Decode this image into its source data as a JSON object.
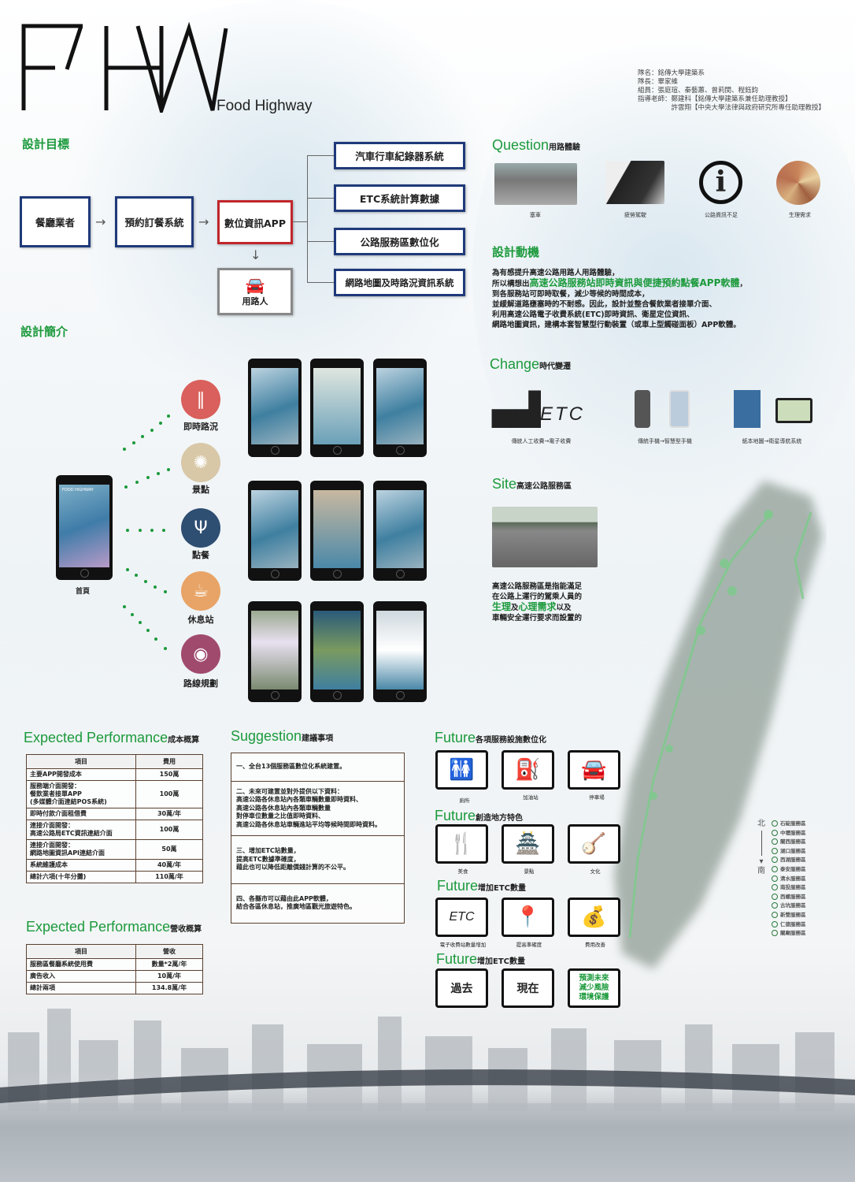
{
  "logo": {
    "mark": "FHW",
    "subtitle": "Food Highway"
  },
  "team": {
    "lines": [
      "隊名：銘傳大學建築系",
      "隊長：畢家維",
      "組員：張庭瑄、秦藝蕙、曾莉閔、程鈺鈞",
      "指導老師：鄭建科【銘傳大學建築系兼任助理教授】",
      "　　　　　許雲翔【中央大學法律與政府研究所專任助理教授】"
    ]
  },
  "goal": {
    "heading": "設計目標",
    "flow": [
      "餐廳業者",
      "預約訂餐系統",
      "數位資訊APP",
      "用路人"
    ],
    "systems": [
      "汽車行車紀錄器系統",
      "ETC系統計算數據",
      "公路服務區數位化",
      "網路地圖及時路況資訊系統"
    ]
  },
  "intro": {
    "heading": "設計簡介",
    "home_label": "首頁",
    "home_screen_title": "FOOD HIGHWAY",
    "features": [
      {
        "label": "即時路況",
        "color": "#d9605c",
        "icon": "road-icon"
      },
      {
        "label": "景點",
        "color": "#d8c8a8",
        "icon": "ferris-wheel-icon"
      },
      {
        "label": "點餐",
        "color": "#2e4e72",
        "icon": "utensils-icon"
      },
      {
        "label": "休息站",
        "color": "#e8a466",
        "icon": "coffee-cup-icon"
      },
      {
        "label": "路線規劃",
        "color": "#a04a6e",
        "icon": "map-pin-icon"
      }
    ]
  },
  "question": {
    "title": "Question",
    "subtitle": "用路體驗",
    "items": [
      "塞車",
      "疲勞駕駛",
      "公路資訊不足",
      "生理需求"
    ]
  },
  "motivation": {
    "heading": "設計動機",
    "lines": [
      "為有感提升高速公路用路人用路體驗，",
      "所以構想出",
      "高速公路服務站即時資訊與便捷預約點餐APP軟體",
      "，",
      "到各服務站可即時取餐，減少等候的時間成本，",
      "並緩解道路壅塞時的不耐感。因此，設計並整合餐飲業者接單介面、",
      "利用高速公路電子收費系統(ETC)即時資訊、衛星定位資訊、",
      "網路地圖資訊，建構本套智慧型行動裝置（或車上型觸碰面板）APP軟體。"
    ]
  },
  "change": {
    "title": "Change",
    "subtitle": "時代變遷",
    "items": [
      "傳統人工收費→電子收費",
      "傳統手機→智慧型手機",
      "紙本地圖→衛星導航系統"
    ],
    "etc_text": "ETC"
  },
  "site": {
    "title": "Site",
    "subtitle": "高速公路服務區",
    "text": [
      "高速公路服務區是指能滿足",
      "在公路上運行的駕乘人員的",
      "生理",
      "及",
      "心理需求",
      "以及",
      "車輛安全運行要求而設置的"
    ]
  },
  "cost": {
    "title": "Expected Performance",
    "subtitle": "成本概算",
    "headers": [
      "項目",
      "費用"
    ],
    "rows": [
      [
        "主要APP開發成本",
        "150萬"
      ],
      [
        "服務端介面開發：\n餐飲業者接單APP\n(多媒體介面連結POS系統)",
        "100萬"
      ],
      [
        "即時付款介面租借費",
        "30萬/年"
      ],
      [
        "連接介面開發：\n高速公路局ETC資訊連結介面",
        "100萬"
      ],
      [
        "連接介面開發：\n網路地圖資訊API連結介面",
        "50萬"
      ],
      [
        "系統維護成本",
        "40萬/年"
      ],
      [
        "總計六項(十年分攤)",
        "110萬/年"
      ]
    ]
  },
  "revenue": {
    "title": "Expected Performance",
    "subtitle": "營收概算",
    "headers": [
      "項目",
      "營收"
    ],
    "rows": [
      [
        "服務區餐廳系統使用費",
        "數量*2萬/年"
      ],
      [
        "廣告收入",
        "10萬/年"
      ],
      [
        "總計兩項",
        "134.8萬/年"
      ]
    ]
  },
  "suggestion": {
    "title": "Suggestion",
    "subtitle": "建議事項",
    "items": [
      "一、全台13個服務區數位化系統建置。",
      "二、未來可建置並對外提供以下資料：\n高速公路各休息站內各類車輛數量即時資料、\n高速公路各休息站內各類車輛數量\n對停車位數量之比值即時資料、\n高速公路各休息站車輛進站平均等候時間即時資料。",
      "三、增加ETC站數量，\n提高ETC數據準確度，\n藉此也可以降低距離價錢計算的不公平。",
      "四、各縣市可以藉由此APP軟體，\n結合各區休息站，推廣地區觀光旅遊特色。"
    ]
  },
  "future": [
    {
      "title": "Future",
      "subtitle": "各項服務設施數位化",
      "items": [
        {
          "label": "廁所",
          "icon": "restroom-icon"
        },
        {
          "label": "加油站",
          "icon": "gas-pump-icon"
        },
        {
          "label": "停車場",
          "icon": "parking-car-icon"
        }
      ]
    },
    {
      "title": "Future",
      "subtitle": "創造地方特色",
      "items": [
        {
          "label": "美食",
          "icon": "fork-knife-icon"
        },
        {
          "label": "景點",
          "icon": "landmark-icon"
        },
        {
          "label": "文化",
          "icon": "pipa-instrument-icon"
        }
      ]
    },
    {
      "title": "Future",
      "subtitle": "增加ETC數量",
      "items": [
        {
          "label": "電子收費站數量增加",
          "icon": "etc-icon"
        },
        {
          "label": "提高準確度",
          "icon": "location-pin-icon"
        },
        {
          "label": "費用改善",
          "icon": "money-bag-icon"
        }
      ]
    },
    {
      "title": "Future",
      "subtitle": "增加ETC數量",
      "items": [
        {
          "label": "過去"
        },
        {
          "label": "現在"
        },
        {
          "label": "預測未來\n減少風險\n環境保護"
        }
      ]
    }
  ],
  "map_legend": {
    "north": "北",
    "south": "南",
    "areas": [
      "石碇服務區",
      "中壢服務區",
      "關西服務區",
      "湖口服務區",
      "西湖服務區",
      "泰安服務區",
      "清水服務區",
      "南投服務區",
      "西螺服務區",
      "古坑服務區",
      "新營服務區",
      "仁德服務區",
      "關廟服務區"
    ]
  },
  "colors": {
    "accent": "#1c9a3c",
    "box_border": "#1f3a7a",
    "app_border": "#c0262c"
  }
}
